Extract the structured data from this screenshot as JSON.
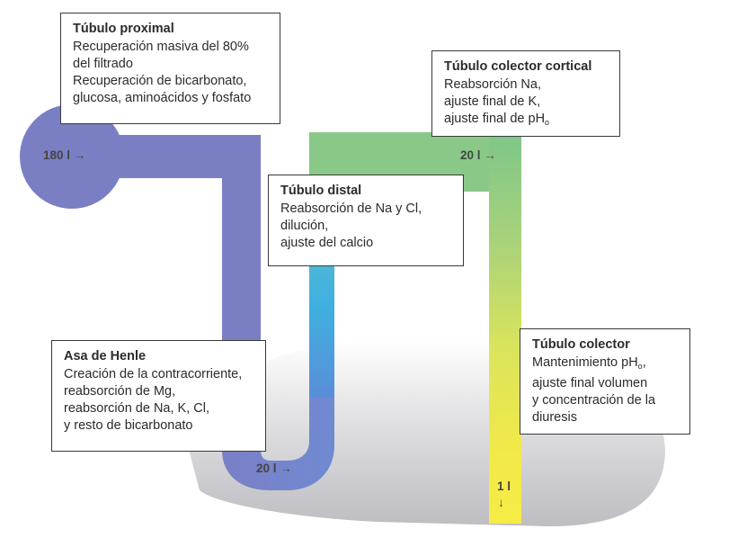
{
  "boxes": {
    "proximal": {
      "title": "Túbulo proximal",
      "lines": [
        "Recuperación masiva del 80%",
        "del filtrado",
        "Recuperación de bicarbonato,",
        "glucosa, aminoácidos y fosfato"
      ]
    },
    "henle": {
      "title": "Asa de Henle",
      "lines": [
        "Creación de la contracorriente,",
        "reabsorción de Mg,",
        "reabsorción de Na, K, Cl,",
        "y resto de bicarbonato"
      ]
    },
    "distal": {
      "title": "Túbulo distal",
      "lines": [
        "Reabsorción de Na y Cl,",
        "dilución,",
        "ajuste del calcio"
      ]
    },
    "cortical": {
      "title": "Túbulo colector cortical",
      "lines": [
        "Reabsorción Na,",
        "ajuste final de K,"
      ],
      "ph_line_prefix": "ajuste final de pH",
      "ph_sub": "o",
      "ph_line_suffix": ""
    },
    "colector": {
      "title": "Túbulo colector",
      "ph_line_prefix": "Mantenimiento pH",
      "ph_sub": "o",
      "ph_line_suffix": ",",
      "lines": [
        "ajuste final volumen",
        "y concentración de la",
        "diuresis"
      ]
    }
  },
  "flows": {
    "inflow": "180 l →",
    "henle_out": "20 l →",
    "cortical_in": "20 l →",
    "final_volume": "1 l",
    "final_arrow": "↓"
  },
  "colors": {
    "proximal_tube": "#7b83c8",
    "distal_low": "#4aaed9",
    "distal_high": "#7fc8b4",
    "cortical_tube": "#8cc98a",
    "collector_bottom": "#f3e948",
    "medulla": "#c4c4c8"
  }
}
